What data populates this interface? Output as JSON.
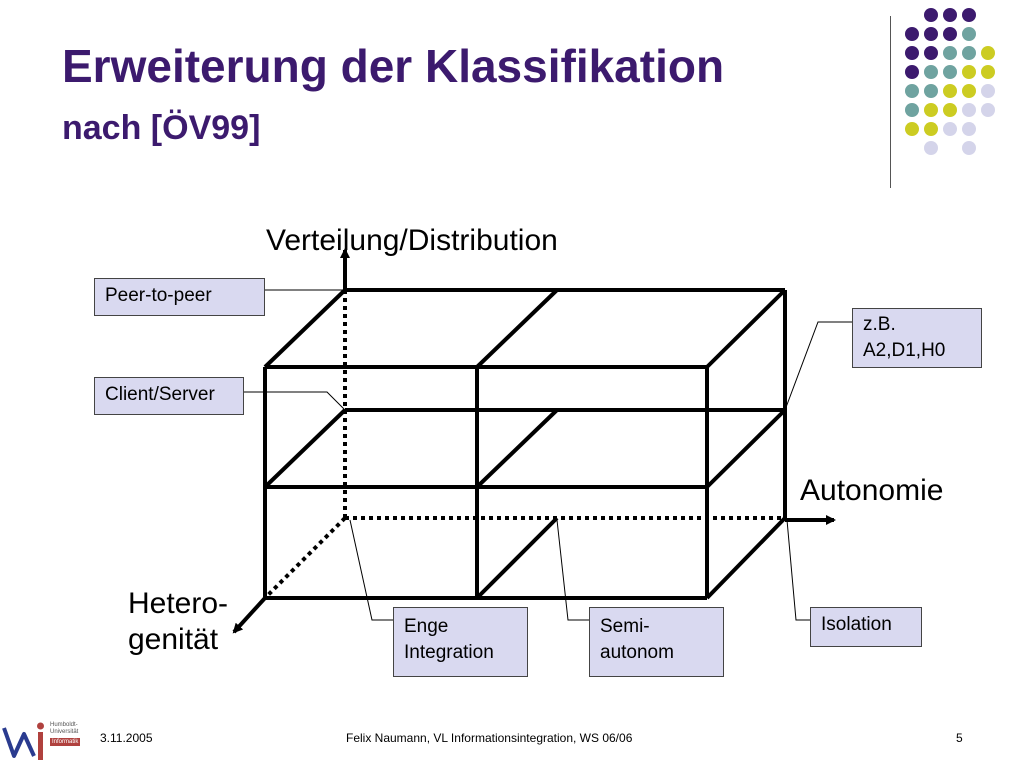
{
  "slide": {
    "title": "Erweiterung der Klassifikation",
    "subtitle": "nach [ÖV99]"
  },
  "decor": {
    "dot_colors": {
      "purple": "#3c1a6e",
      "teal": "#6fa3a0",
      "yellow": "#cccc22",
      "lavender": "#d4d4ea"
    }
  },
  "diagram": {
    "axes": {
      "vertical": "Verteilung/Distribution",
      "horizontal": "Autonomie",
      "depth_line1": "Hetero-",
      "depth_line2": "genität"
    },
    "labels": {
      "peer_to_peer": "Peer-to-peer",
      "client_server": "Client/Server",
      "example_line1": "z.B.",
      "example_line2": "A2,D1,H0",
      "enge_line1": "Enge",
      "enge_line2": "Integration",
      "semi_line1": "Semi-",
      "semi_line2": "autonom",
      "isolation": "Isolation"
    },
    "colors": {
      "box_fill": "#d9d9f0",
      "stroke": "#000000"
    }
  },
  "footer": {
    "date": "3.11.2005",
    "center": "Felix Naumann, VL Informationsintegration, WS 06/06",
    "page": "5",
    "logo_line1": "Humboldt-",
    "logo_line2": "Universität",
    "logo_inf": "Informatik"
  }
}
